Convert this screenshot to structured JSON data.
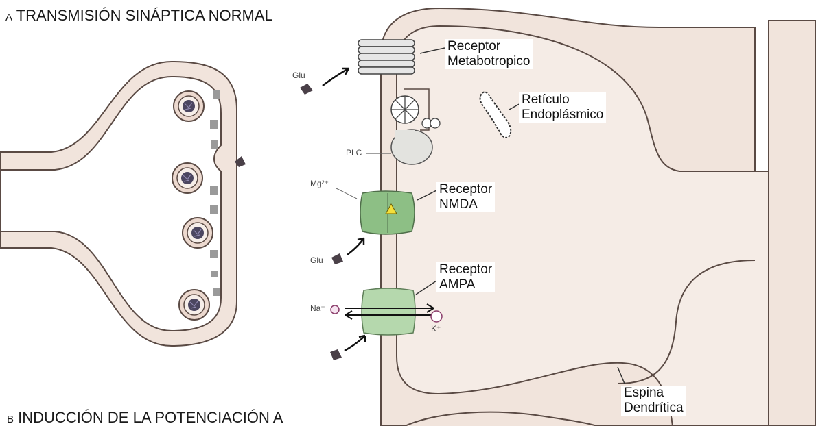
{
  "headings": {
    "a_prefix": "A",
    "a_title": "TRANSMISIÓN SINÁPTICA NORMAL",
    "b_prefix": "B",
    "b_title": "INDUCCIÓN DE LA POTENCIACIÓN A"
  },
  "labels": {
    "metabotropic": [
      "Receptor",
      "Metabotropico"
    ],
    "reticulum": [
      "Retículo",
      "Endoplásmico"
    ],
    "nmda": [
      "Receptor",
      "NMDA"
    ],
    "ampa": [
      "Receptor",
      "AMPA"
    ],
    "spine": [
      "Espina",
      "Dendrítica"
    ],
    "plc": "PLC",
    "glu_top": "Glu",
    "glu_mid": "Glu",
    "mg": "Mg²⁺",
    "na": "Na⁺",
    "k": "K⁺"
  },
  "colors": {
    "membrane": "#f1e4dc",
    "cytoplasm": "#f5ece6",
    "outline": "#5a4a44",
    "receptor_green": "#8dbf85",
    "ampa_green": "#b5d8ad",
    "vesicle_core": "#4b4660",
    "neurotransmitter": "#4a4048",
    "enzyme": "#e3e3df"
  }
}
